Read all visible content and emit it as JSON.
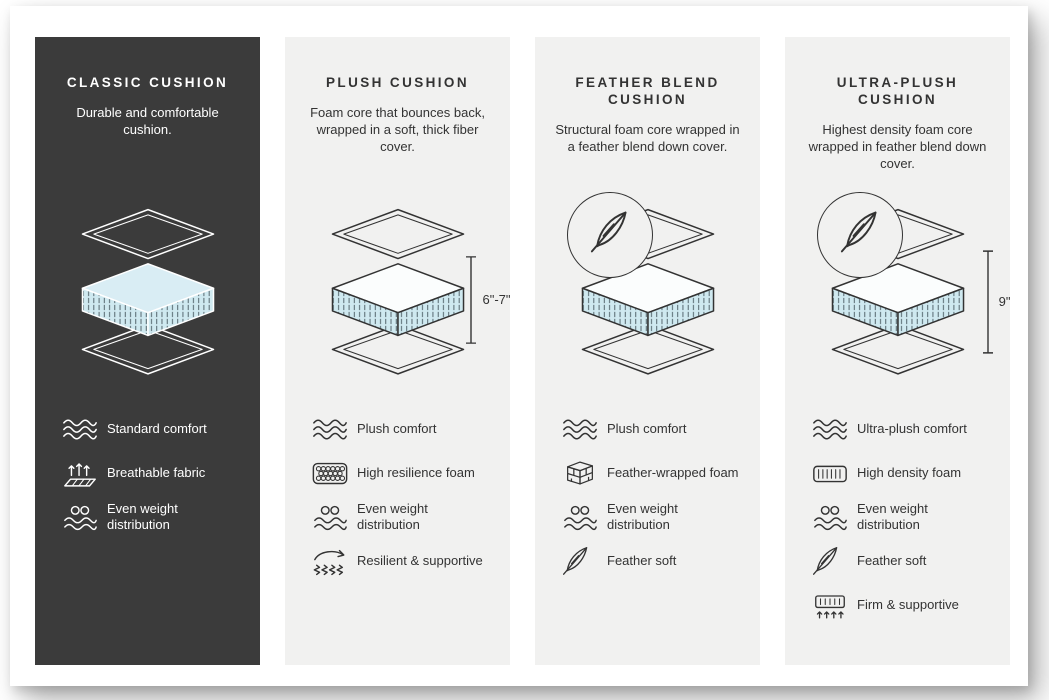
{
  "colors": {
    "panel_dark": "#3b3b3b",
    "panel_light": "#f1f1f0",
    "cushion_blue": "#cfe9f0",
    "ink_dark": "#333333",
    "ink_light": "#ffffff"
  },
  "panels": [
    {
      "theme": "dark",
      "title": "CLASSIC CUSHION",
      "description": "Durable and comfortable cushion.",
      "features": [
        {
          "icon": "wave-icon",
          "label": "Standard comfort"
        },
        {
          "icon": "breathable-icon",
          "label": "Breathable fabric"
        },
        {
          "icon": "weight-distribution-icon",
          "label": "Even weight distribution"
        }
      ]
    },
    {
      "theme": "light",
      "title": "PLUSH CUSHION",
      "description": "Foam core that bounces back, wrapped in a soft, thick fiber cover.",
      "dimension": "6\"-7\"",
      "features": [
        {
          "icon": "wave-icon",
          "label": "Plush comfort"
        },
        {
          "icon": "foam-cells-icon",
          "label": "High resilience foam"
        },
        {
          "icon": "weight-distribution-icon",
          "label": "Even weight distribution"
        },
        {
          "icon": "spring-icon",
          "label": "Resilient & supportive"
        }
      ]
    },
    {
      "theme": "light",
      "title": "FEATHER BLEND CUSHION",
      "description": "Structural foam core wrapped in a feather blend down cover.",
      "badge": "feather-icon",
      "features": [
        {
          "icon": "wave-icon",
          "label": "Plush comfort"
        },
        {
          "icon": "foam-bricks-icon",
          "label": "Feather-wrapped foam"
        },
        {
          "icon": "weight-distribution-icon",
          "label": "Even weight distribution"
        },
        {
          "icon": "feather-icon",
          "label": "Feather soft"
        }
      ]
    },
    {
      "theme": "light",
      "title": "ULTRA-PLUSH CUSHION",
      "description": "Highest density foam core wrapped in feather blend down cover.",
      "badge": "feather-icon",
      "dimension": "9\"",
      "features": [
        {
          "icon": "wave-icon",
          "label": "Ultra-plush comfort"
        },
        {
          "icon": "density-foam-icon",
          "label": "High density foam"
        },
        {
          "icon": "weight-distribution-icon",
          "label": "Even weight distribution"
        },
        {
          "icon": "feather-icon",
          "label": "Feather soft"
        },
        {
          "icon": "firm-icon",
          "label": "Firm & supportive"
        }
      ]
    }
  ]
}
